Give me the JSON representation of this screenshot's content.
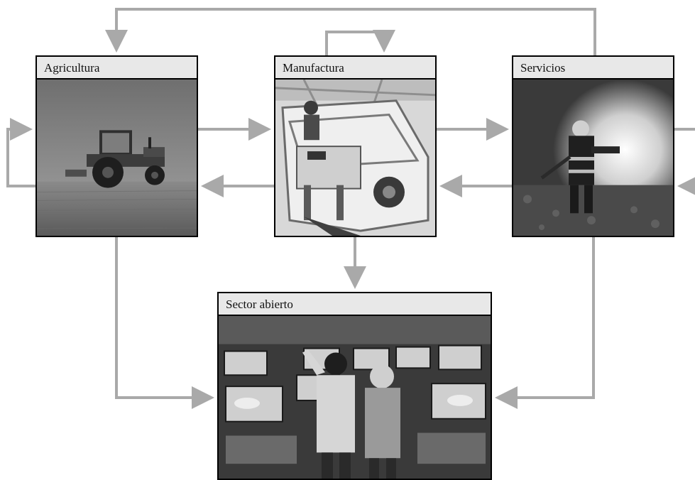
{
  "diagram": {
    "nodes": {
      "agricultura": {
        "label": "Agricultura",
        "image": "tractor-in-field-photo"
      },
      "manufactura": {
        "label": "Manufactura",
        "image": "car-assembly-line-photo"
      },
      "servicios": {
        "label": "Servicios",
        "image": "firefighter-photo"
      },
      "sector_abierto": {
        "label": "Sector abierto",
        "image": "electronics-store-shoppers-photo"
      }
    },
    "edges": [
      {
        "from": "Servicios",
        "to": "Agricultura"
      },
      {
        "from": "Manufactura",
        "to": "Manufactura"
      },
      {
        "from": "Agricultura",
        "to": "Agricultura"
      },
      {
        "from": "Agricultura",
        "to": "Manufactura"
      },
      {
        "from": "Manufactura",
        "to": "Agricultura"
      },
      {
        "from": "Manufactura",
        "to": "Servicios"
      },
      {
        "from": "Servicios",
        "to": "Manufactura"
      },
      {
        "from": "Manufactura",
        "to": "Sector abierto"
      },
      {
        "from": "Agricultura",
        "to": "Sector abierto"
      },
      {
        "from": "Servicios",
        "to": "Sector abierto"
      },
      {
        "from": "Servicios",
        "to": "Servicios"
      }
    ],
    "colors": {
      "arrow": "#a9a9a9",
      "label_bg": "#e8e8e8",
      "border": "#000000"
    }
  }
}
